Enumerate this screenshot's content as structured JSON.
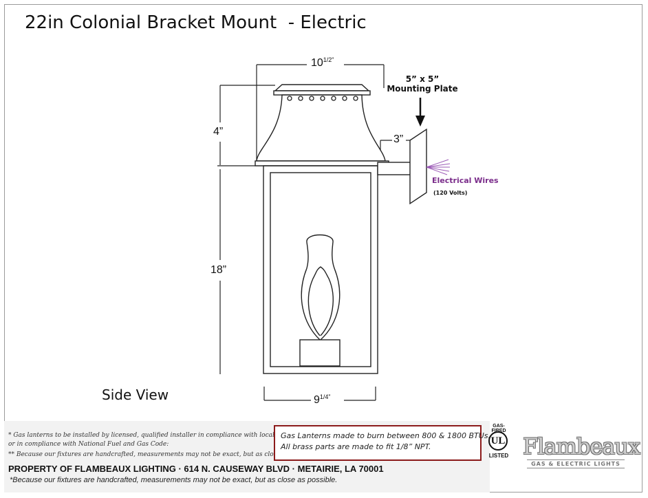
{
  "title": "22in Colonial Bracket Mount  - Electric",
  "dimensions": {
    "top_width_main": "10",
    "top_width_frac": "1/2”",
    "cap_height": "4”",
    "body_height": "18”",
    "bracket_length": "3”",
    "base_width_main": "9",
    "base_width_frac": "1/4”"
  },
  "mounting_plate": {
    "size": "5” x 5”",
    "label": "Mounting Plate"
  },
  "electrical": {
    "label": "Electrical Wires",
    "voltage": "(120 Volts)",
    "wire_color": "#9b59b6"
  },
  "view_label": "Side View",
  "footer": {
    "note1": "* Gas lanterns to be installed by licensed, qualified installer in compliance with local codes,",
    "note2": "  or in compliance with National Fuel and Gas Code:",
    "note3": "** Because our fixtures are handcrafted, measurements may not be exact, but as close as possible.",
    "property": "PROPERTY OF FLAMBEAUX LIGHTING · 614 N. CAUSEWAY BLVD · METAIRIE, LA 70001",
    "note_bottom": "*Because our fixtures are handcrafted, measurements may not be exact, but as close as possible.",
    "gas_line1": "Gas Lanterns made to burn between 800 & 1800 BTUs.",
    "gas_line2": "All brass parts are made to fit 1/8” NPT.",
    "gas_box_color": "#8b1a1a"
  },
  "ul_badge": {
    "top": "GAS-FIRED",
    "mark": "UL",
    "bottom": "LISTED"
  },
  "brand": {
    "name": "Flambeaux",
    "tagline": "GAS & ELECTRIC LIGHTS"
  }
}
